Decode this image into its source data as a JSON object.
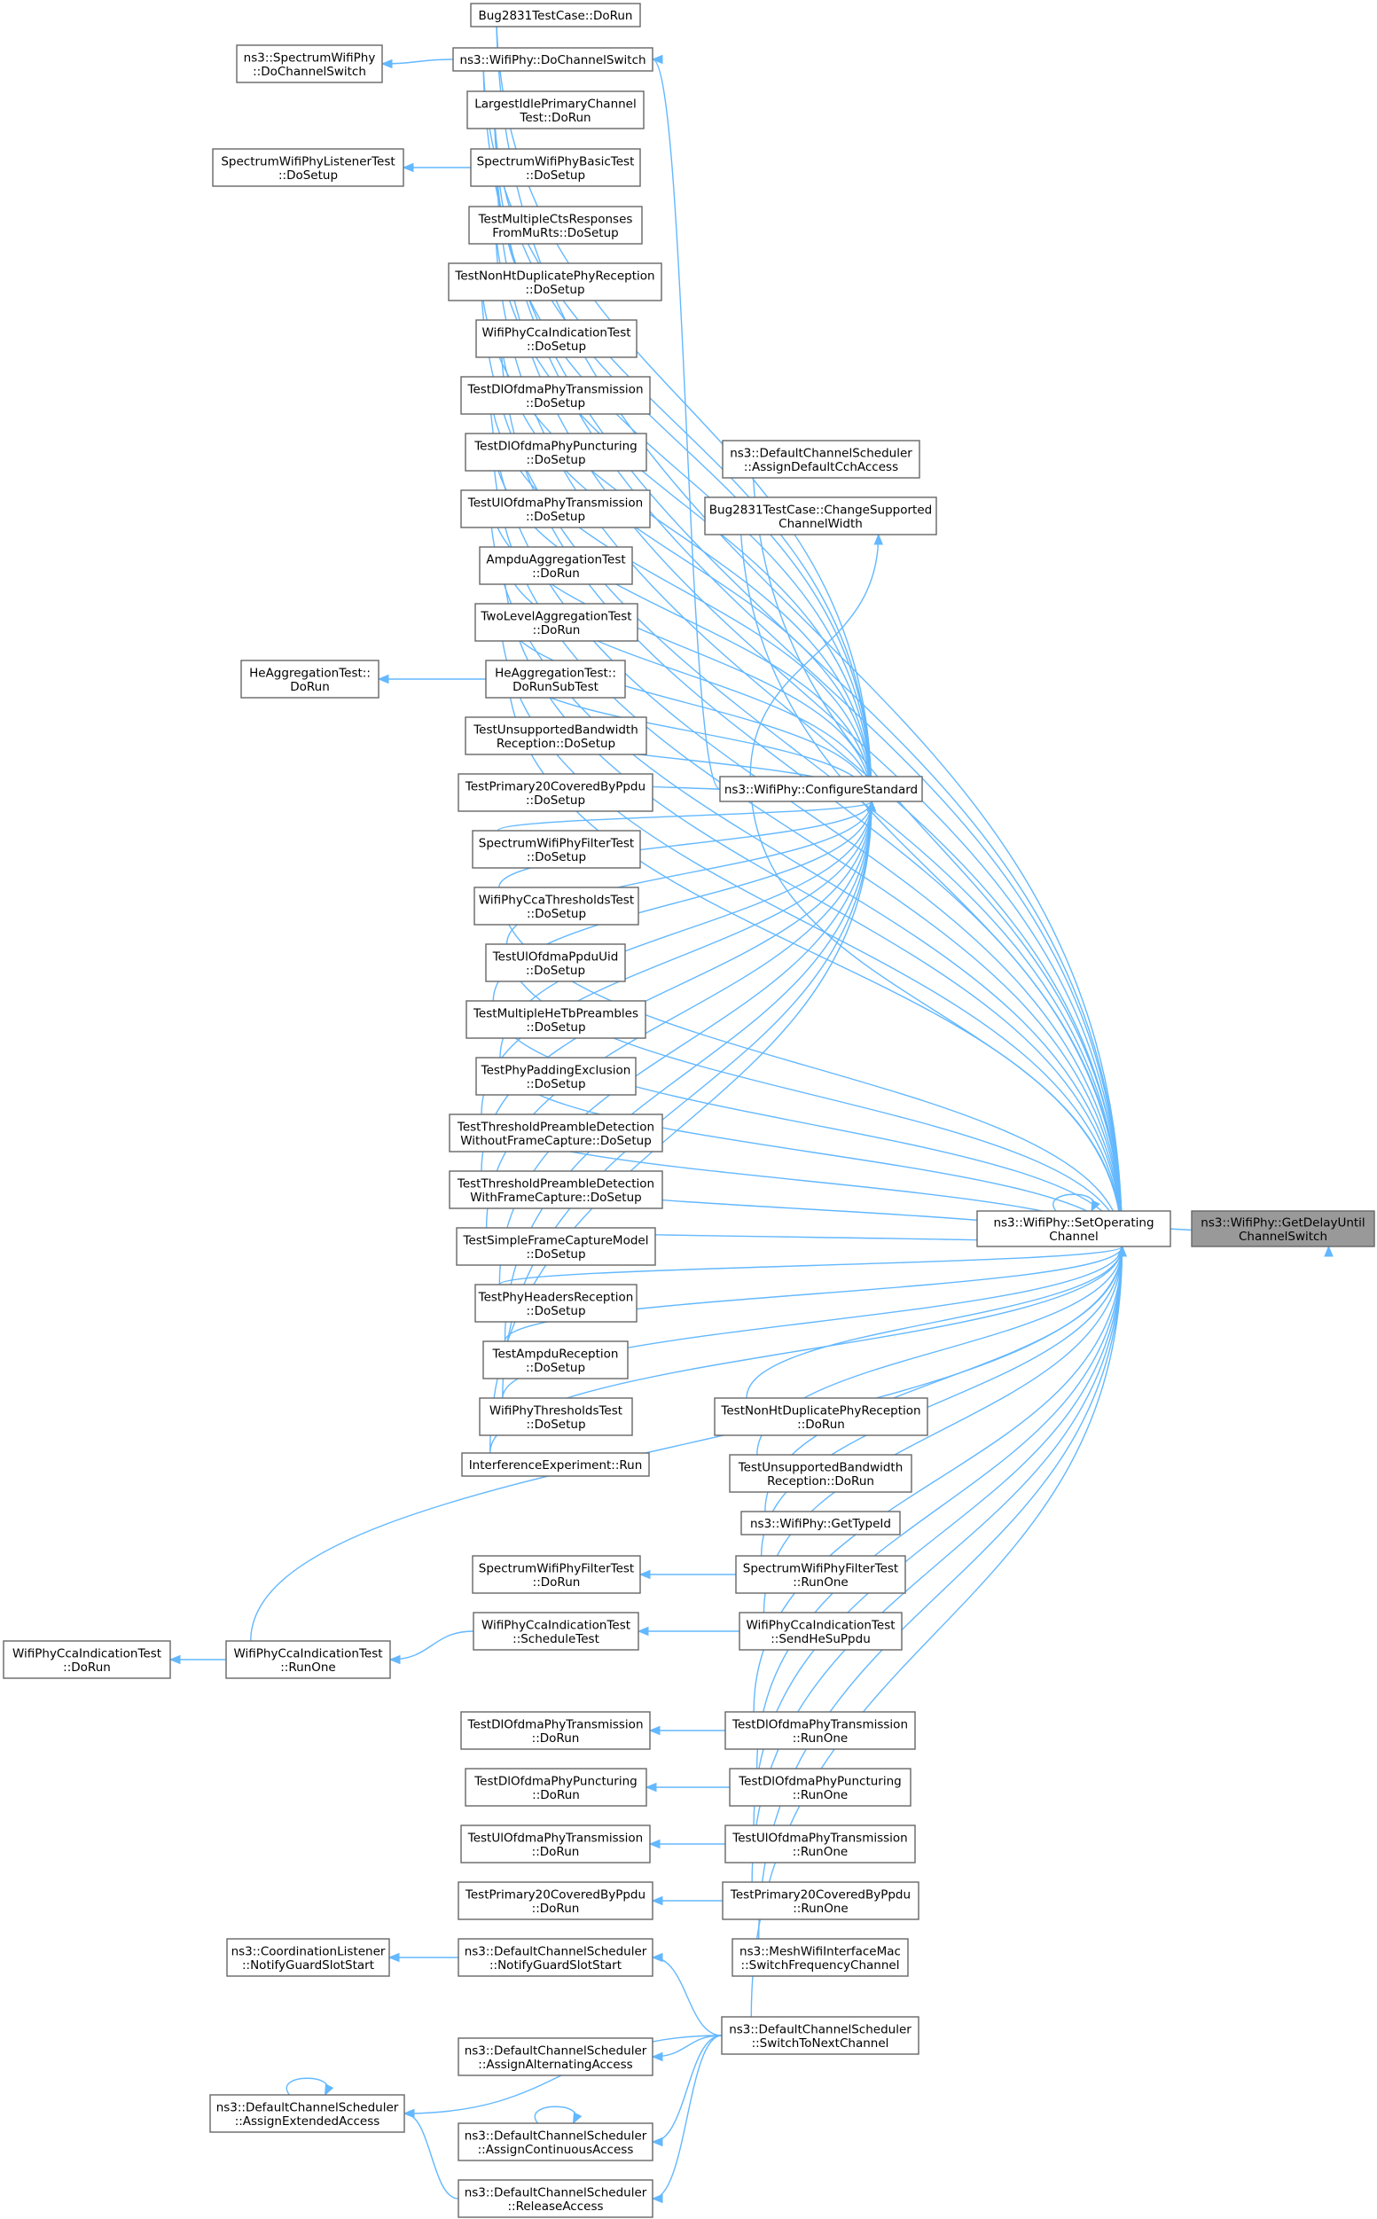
{
  "nodes": [
    {
      "id": "target",
      "lines": [
        "ns3::WifiPhy::GetDelayUntil",
        "ChannelSwitch"
      ],
      "type": "target"
    },
    {
      "id": "setop",
      "lines": [
        "ns3::WifiPhy::SetOperating",
        "Channel"
      ]
    },
    {
      "id": "config",
      "lines": [
        "ns3::WifiPhy::ConfigureStandard"
      ]
    },
    {
      "id": "bug_run",
      "lines": [
        "Bug2831TestCase::DoRun"
      ]
    },
    {
      "id": "dochsw",
      "lines": [
        "ns3::WifiPhy::DoChannelSwitch"
      ]
    },
    {
      "id": "spec_dochsw",
      "lines": [
        "ns3::SpectrumWifiPhy",
        "::DoChannelSwitch"
      ]
    },
    {
      "id": "largest",
      "lines": [
        "LargestIdlePrimaryChannel",
        "Test::DoRun"
      ]
    },
    {
      "id": "specbasic",
      "lines": [
        "SpectrumWifiPhyBasicTest",
        "::DoSetup"
      ]
    },
    {
      "id": "speclistener",
      "lines": [
        "SpectrumWifiPhyListenerTest",
        "::DoSetup"
      ]
    },
    {
      "id": "multicts",
      "lines": [
        "TestMultipleCtsResponses",
        "FromMuRts::DoSetup"
      ]
    },
    {
      "id": "nonht_setup",
      "lines": [
        "TestNonHtDuplicatePhyReception",
        "::DoSetup"
      ]
    },
    {
      "id": "cca_setup",
      "lines": [
        "WifiPhyCcaIndicationTest",
        "::DoSetup"
      ]
    },
    {
      "id": "dltx_setup",
      "lines": [
        "TestDlOfdmaPhyTransmission",
        "::DoSetup"
      ]
    },
    {
      "id": "dlpunct_setup",
      "lines": [
        "TestDlOfdmaPhyPuncturing",
        "::DoSetup"
      ]
    },
    {
      "id": "ultx_setup",
      "lines": [
        "TestUlOfdmaPhyTransmission",
        "::DoSetup"
      ]
    },
    {
      "id": "ampdu_agg",
      "lines": [
        "AmpduAggregationTest",
        "::DoRun"
      ]
    },
    {
      "id": "twolevel",
      "lines": [
        "TwoLevelAggregationTest",
        "::DoRun"
      ]
    },
    {
      "id": "heagg_sub",
      "lines": [
        "HeAggregationTest::",
        "DoRunSubTest"
      ]
    },
    {
      "id": "heagg_run",
      "lines": [
        "HeAggregationTest::",
        "DoRun"
      ]
    },
    {
      "id": "unsupbw_setup",
      "lines": [
        "TestUnsupportedBandwidth",
        "Reception::DoSetup"
      ]
    },
    {
      "id": "prim20_setup",
      "lines": [
        "TestPrimary20CoveredByPpdu",
        "::DoSetup"
      ]
    },
    {
      "id": "specfilter_setup",
      "lines": [
        "SpectrumWifiPhyFilterTest",
        "::DoSetup"
      ]
    },
    {
      "id": "ccathr_setup",
      "lines": [
        "WifiPhyCcaThresholdsTest",
        "::DoSetup"
      ]
    },
    {
      "id": "ulppdu_setup",
      "lines": [
        "TestUlOfdmaPpduUid",
        "::DoSetup"
      ]
    },
    {
      "id": "multihetb_setup",
      "lines": [
        "TestMultipleHeTbPreambles",
        "::DoSetup"
      ]
    },
    {
      "id": "padding_setup",
      "lines": [
        "TestPhyPaddingExclusion",
        "::DoSetup"
      ]
    },
    {
      "id": "thrwo_setup",
      "lines": [
        "TestThresholdPreambleDetection",
        "WithoutFrameCapture::DoSetup"
      ]
    },
    {
      "id": "thrw_setup",
      "lines": [
        "TestThresholdPreambleDetection",
        "WithFrameCapture::DoSetup"
      ]
    },
    {
      "id": "simplecap_setup",
      "lines": [
        "TestSimpleFrameCaptureModel",
        "::DoSetup"
      ]
    },
    {
      "id": "headers_setup",
      "lines": [
        "TestPhyHeadersReception",
        "::DoSetup"
      ]
    },
    {
      "id": "ampdurx_setup",
      "lines": [
        "TestAmpduReception",
        "::DoSetup"
      ]
    },
    {
      "id": "thresholds_setup",
      "lines": [
        "WifiPhyThresholdsTest",
        "::DoSetup"
      ]
    },
    {
      "id": "interf_run",
      "lines": [
        "InterferenceExperiment::Run"
      ]
    },
    {
      "id": "assigncch",
      "lines": [
        "ns3::DefaultChannelScheduler",
        "::AssignDefaultCchAccess"
      ]
    },
    {
      "id": "bug_change",
      "lines": [
        "Bug2831TestCase::ChangeSupported",
        "ChannelWidth"
      ]
    },
    {
      "id": "nonht_run",
      "lines": [
        "TestNonHtDuplicatePhyReception",
        "::DoRun"
      ]
    },
    {
      "id": "unsupbw_run",
      "lines": [
        "TestUnsupportedBandwidth",
        "Reception::DoRun"
      ]
    },
    {
      "id": "gettypeid",
      "lines": [
        "ns3::WifiPhy::GetTypeId"
      ]
    },
    {
      "id": "specfilter_runone",
      "lines": [
        "SpectrumWifiPhyFilterTest",
        "::RunOne"
      ]
    },
    {
      "id": "specfilter_run",
      "lines": [
        "SpectrumWifiPhyFilterTest",
        "::DoRun"
      ]
    },
    {
      "id": "cca_sendhe",
      "lines": [
        "WifiPhyCcaIndicationTest",
        "::SendHeSuPpdu"
      ]
    },
    {
      "id": "cca_sched",
      "lines": [
        "WifiPhyCcaIndicationTest",
        "::ScheduleTest"
      ]
    },
    {
      "id": "cca_runone",
      "lines": [
        "WifiPhyCcaIndicationTest",
        "::RunOne"
      ]
    },
    {
      "id": "cca_dorun",
      "lines": [
        "WifiPhyCcaIndicationTest",
        "::DoRun"
      ]
    },
    {
      "id": "dltx_runone",
      "lines": [
        "TestDlOfdmaPhyTransmission",
        "::RunOne"
      ]
    },
    {
      "id": "dltx_run",
      "lines": [
        "TestDlOfdmaPhyTransmission",
        "::DoRun"
      ]
    },
    {
      "id": "dlpunct_runone",
      "lines": [
        "TestDlOfdmaPhyPuncturing",
        "::RunOne"
      ]
    },
    {
      "id": "dlpunct_run",
      "lines": [
        "TestDlOfdmaPhyPuncturing",
        "::DoRun"
      ]
    },
    {
      "id": "ultx_runone",
      "lines": [
        "TestUlOfdmaPhyTransmission",
        "::RunOne"
      ]
    },
    {
      "id": "ultx_run",
      "lines": [
        "TestUlOfdmaPhyTransmission",
        "::DoRun"
      ]
    },
    {
      "id": "prim20_runone",
      "lines": [
        "TestPrimary20CoveredByPpdu",
        "::RunOne"
      ]
    },
    {
      "id": "prim20_run",
      "lines": [
        "TestPrimary20CoveredByPpdu",
        "::DoRun"
      ]
    },
    {
      "id": "mesh_switch",
      "lines": [
        "ns3::MeshWifiInterfaceMac",
        "::SwitchFrequencyChannel"
      ]
    },
    {
      "id": "dcs_switchnext",
      "lines": [
        "ns3::DefaultChannelScheduler",
        "::SwitchToNextChannel"
      ]
    },
    {
      "id": "dcs_guard",
      "lines": [
        "ns3::DefaultChannelScheduler",
        "::NotifyGuardSlotStart"
      ]
    },
    {
      "id": "coord_guard",
      "lines": [
        "ns3::CoordinationListener",
        "::NotifyGuardSlotStart"
      ]
    },
    {
      "id": "dcs_alt",
      "lines": [
        "ns3::DefaultChannelScheduler",
        "::AssignAlternatingAccess"
      ]
    },
    {
      "id": "dcs_ext",
      "lines": [
        "ns3::DefaultChannelScheduler",
        "::AssignExtendedAccess"
      ]
    },
    {
      "id": "dcs_cont",
      "lines": [
        "ns3::DefaultChannelScheduler",
        "::AssignContinuousAccess"
      ]
    },
    {
      "id": "dcs_release",
      "lines": [
        "ns3::DefaultChannelScheduler",
        "::ReleaseAccess"
      ]
    }
  ],
  "edges": [
    [
      "setop",
      "target"
    ],
    [
      "setop",
      "setop"
    ],
    [
      "config",
      "setop"
    ],
    [
      "assigncch",
      "setop"
    ],
    [
      "bug_change",
      "setop"
    ],
    [
      "bug_run",
      "setop"
    ],
    [
      "dochsw",
      "setop"
    ],
    [
      "largest",
      "setop"
    ],
    [
      "specbasic",
      "setop"
    ],
    [
      "multicts",
      "setop"
    ],
    [
      "nonht_setup",
      "setop"
    ],
    [
      "cca_setup",
      "setop"
    ],
    [
      "dltx_setup",
      "setop"
    ],
    [
      "dlpunct_setup",
      "setop"
    ],
    [
      "ultx_setup",
      "setop"
    ],
    [
      "ampdu_agg",
      "setop"
    ],
    [
      "twolevel",
      "setop"
    ],
    [
      "heagg_sub",
      "setop"
    ],
    [
      "ccathr_setup",
      "setop"
    ],
    [
      "ulppdu_setup",
      "setop"
    ],
    [
      "multihetb_setup",
      "setop"
    ],
    [
      "padding_setup",
      "setop"
    ],
    [
      "thrwo_setup",
      "setop"
    ],
    [
      "thrw_setup",
      "setop"
    ],
    [
      "simplecap_setup",
      "setop"
    ],
    [
      "headers_setup",
      "setop"
    ],
    [
      "ampdurx_setup",
      "setop"
    ],
    [
      "thresholds_setup",
      "setop"
    ],
    [
      "interf_run",
      "setop"
    ],
    [
      "nonht_run",
      "setop"
    ],
    [
      "unsupbw_run",
      "setop"
    ],
    [
      "gettypeid",
      "setop"
    ],
    [
      "specfilter_runone",
      "setop"
    ],
    [
      "cca_sendhe",
      "setop"
    ],
    [
      "cca_runone",
      "setop"
    ],
    [
      "dltx_runone",
      "setop"
    ],
    [
      "dlpunct_runone",
      "setop"
    ],
    [
      "ultx_runone",
      "setop"
    ],
    [
      "prim20_runone",
      "setop"
    ],
    [
      "mesh_switch",
      "setop"
    ],
    [
      "dcs_switchnext",
      "setop"
    ],
    [
      "bug_run",
      "config"
    ],
    [
      "dochsw",
      "config"
    ],
    [
      "largest",
      "config"
    ],
    [
      "specbasic",
      "config"
    ],
    [
      "multicts",
      "config"
    ],
    [
      "nonht_setup",
      "config"
    ],
    [
      "cca_setup",
      "config"
    ],
    [
      "dltx_setup",
      "config"
    ],
    [
      "dlpunct_setup",
      "config"
    ],
    [
      "ultx_setup",
      "config"
    ],
    [
      "ampdu_agg",
      "config"
    ],
    [
      "twolevel",
      "config"
    ],
    [
      "heagg_sub",
      "config"
    ],
    [
      "unsupbw_setup",
      "config"
    ],
    [
      "prim20_setup",
      "config"
    ],
    [
      "specfilter_setup",
      "config"
    ],
    [
      "ccathr_setup",
      "config"
    ],
    [
      "ulppdu_setup",
      "config"
    ],
    [
      "multihetb_setup",
      "config"
    ],
    [
      "padding_setup",
      "config"
    ],
    [
      "thrwo_setup",
      "config"
    ],
    [
      "thrw_setup",
      "config"
    ],
    [
      "simplecap_setup",
      "config"
    ],
    [
      "headers_setup",
      "config"
    ],
    [
      "ampdurx_setup",
      "config"
    ],
    [
      "thresholds_setup",
      "config"
    ],
    [
      "interf_run",
      "config"
    ],
    [
      "config",
      "bug_change"
    ],
    [
      "config",
      "dochsw"
    ],
    [
      "dochsw",
      "spec_dochsw"
    ],
    [
      "specbasic",
      "speclistener"
    ],
    [
      "heagg_sub",
      "heagg_run"
    ],
    [
      "specfilter_runone",
      "specfilter_run"
    ],
    [
      "cca_sendhe",
      "cca_sched"
    ],
    [
      "cca_sched",
      "cca_runone"
    ],
    [
      "cca_runone",
      "cca_dorun"
    ],
    [
      "dltx_runone",
      "dltx_run"
    ],
    [
      "dlpunct_runone",
      "dlpunct_run"
    ],
    [
      "ultx_runone",
      "ultx_run"
    ],
    [
      "prim20_runone",
      "prim20_run"
    ],
    [
      "dcs_switchnext",
      "dcs_guard"
    ],
    [
      "dcs_guard",
      "coord_guard"
    ],
    [
      "dcs_switchnext",
      "dcs_alt"
    ],
    [
      "dcs_switchnext",
      "dcs_ext"
    ],
    [
      "dcs_switchnext",
      "dcs_cont"
    ],
    [
      "dcs_switchnext",
      "dcs_release"
    ],
    [
      "dcs_ext",
      "dcs_ext"
    ],
    [
      "dcs_cont",
      "dcs_cont"
    ],
    [
      "dcs_release",
      "dcs_ext"
    ]
  ]
}
